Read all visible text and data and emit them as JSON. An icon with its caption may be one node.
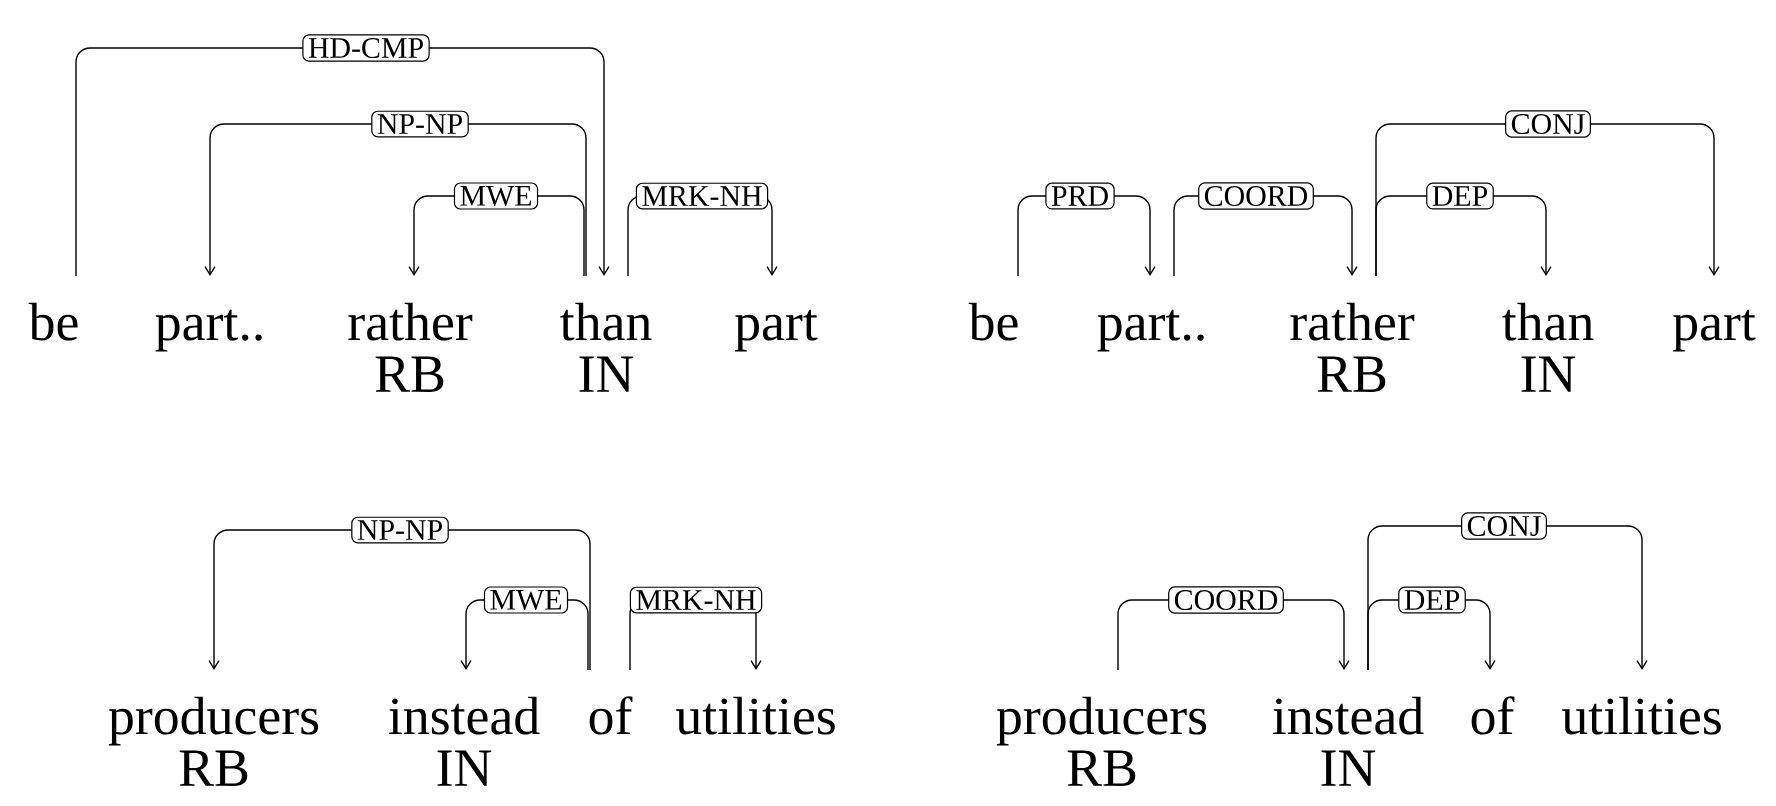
{
  "diagram": {
    "nodes": [
      {
        "text": [
          "be"
        ]
      },
      {
        "text": [
          "part.."
        ]
      },
      {
        "text": [
          "rather",
          "RB"
        ]
      },
      {
        "text": [
          "than",
          "IN"
        ]
      },
      {
        "text": [
          "part"
        ]
      },
      {
        "text": [
          "be"
        ]
      },
      {
        "text": [
          "part.."
        ]
      },
      {
        "text": [
          "rather",
          "RB"
        ]
      },
      {
        "text": [
          "than",
          "IN"
        ]
      },
      {
        "text": [
          "part"
        ]
      },
      {
        "text": [
          "producers",
          "RB"
        ]
      },
      {
        "text": [
          "instead",
          "IN"
        ]
      },
      {
        "text": [
          "of"
        ]
      },
      {
        "text": [
          "utilities"
        ]
      },
      {
        "text": [
          "producers",
          "RB"
        ]
      },
      {
        "text": [
          "instead",
          "IN"
        ]
      },
      {
        "text": [
          "of"
        ]
      },
      {
        "text": [
          "utilities"
        ]
      }
    ],
    "edges": [
      {
        "from": 0,
        "to": 3,
        "arrow": "to",
        "label": "HD-CMP"
      },
      {
        "from": 3,
        "to": 1,
        "arrow": "to",
        "label": "NP-NP"
      },
      {
        "from": 3,
        "to": 2,
        "arrow": "to",
        "label": "MWE"
      },
      {
        "from": 3,
        "to": 4,
        "arrow": "to",
        "label": "MRK-NH"
      },
      {
        "from": 5,
        "to": 6,
        "arrow": "to",
        "label": "PRD"
      },
      {
        "from": 6,
        "to": 7,
        "arrow": "to",
        "label": "COORD"
      },
      {
        "from": 7,
        "to": 9,
        "arrow": "to",
        "label": "CONJ"
      },
      {
        "from": 7,
        "to": 8,
        "arrow": "to",
        "label": "DEP"
      },
      {
        "from": 12,
        "to": 10,
        "arrow": "to",
        "label": "NP-NP"
      },
      {
        "from": 12,
        "to": 11,
        "arrow": "to",
        "label": "MWE"
      },
      {
        "from": 12,
        "to": 13,
        "arrow": "to",
        "label": "MRK-NH"
      },
      {
        "from": 14,
        "to": 15,
        "arrow": "to",
        "label": "COORD"
      },
      {
        "from": 15,
        "to": 17,
        "arrow": "to",
        "label": "CONJ"
      },
      {
        "from": 15,
        "to": 16,
        "arrow": "to",
        "label": "DEP"
      }
    ]
  }
}
